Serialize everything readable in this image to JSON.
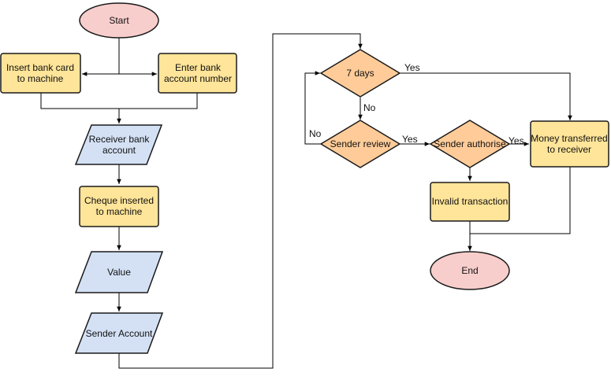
{
  "colors": {
    "terminal_fill": "#f8cecc",
    "process_fill": "#ffe599",
    "io_fill": "#d4e1f5",
    "decision_fill": "#ffcc99",
    "stroke": "#1a1a1a",
    "edge": "#000000"
  },
  "nodes": {
    "start": "Start",
    "insert_card": [
      "Insert bank card",
      "to machine"
    ],
    "enter_account": [
      "Enter bank",
      "account number"
    ],
    "receiver_account": [
      "Receiver bank",
      "account"
    ],
    "cheque_inserted": [
      "Cheque inserted",
      "to machine"
    ],
    "value": "Value",
    "sender_account": "Sender Account",
    "seven_days": "7 days",
    "sender_review": "Sender review",
    "sender_authorise": "Sender authorise",
    "money_transferred": [
      "Money transferred",
      "to receiver"
    ],
    "invalid_transaction": "Invalid transaction",
    "end": "End"
  },
  "edge_labels": {
    "days_yes": "Yes",
    "days_no": "No",
    "review_no": "No",
    "review_yes": "Yes",
    "authorise_yes": "Yes"
  }
}
